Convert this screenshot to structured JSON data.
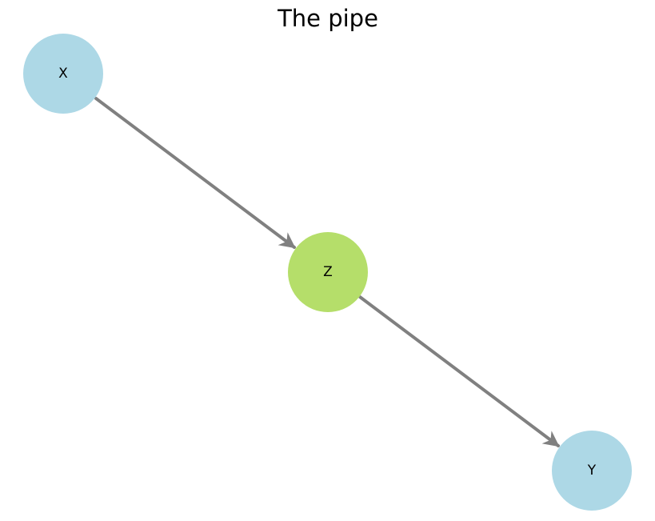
{
  "title": "The pipe",
  "colors": {
    "observed_node": "#add8e6",
    "highlight_node": "#b5de6a",
    "edge": "#808080",
    "text": "#000000",
    "background": "#ffffff"
  },
  "nodes": [
    {
      "id": "X",
      "label": "X",
      "color": "#add8e6"
    },
    {
      "id": "Z",
      "label": "Z",
      "color": "#b5de6a"
    },
    {
      "id": "Y",
      "label": "Y",
      "color": "#add8e6"
    }
  ],
  "edges": [
    {
      "from": "X",
      "to": "Z"
    },
    {
      "from": "Z",
      "to": "Y"
    }
  ]
}
